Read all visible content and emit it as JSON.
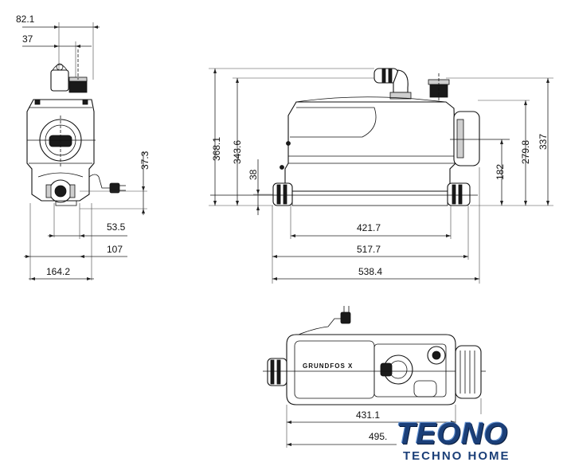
{
  "dimensions": {
    "side_top_width": "82.1",
    "side_pipe_offset": "37",
    "side_outlet_height": "37.3",
    "side_inlet_offset": "53.5",
    "side_depth": "107",
    "side_total_width": "164.2",
    "front_total_height": "368.1",
    "front_outlet_height": "343.6",
    "front_inlet_height": "38",
    "front_top_height": "337",
    "front_side_inlet_height": "279.8",
    "front_center_height": "182",
    "front_inner_width": "421.7",
    "front_width": "517.7",
    "front_total_width": "538.4",
    "top_inner_width": "431.1",
    "top_total_width": "495."
  },
  "brand_label": "GRUNDFOS X",
  "logo": {
    "name": "TEONO",
    "tagline": "TECHNO HOME",
    "color": "#1b3f78"
  }
}
